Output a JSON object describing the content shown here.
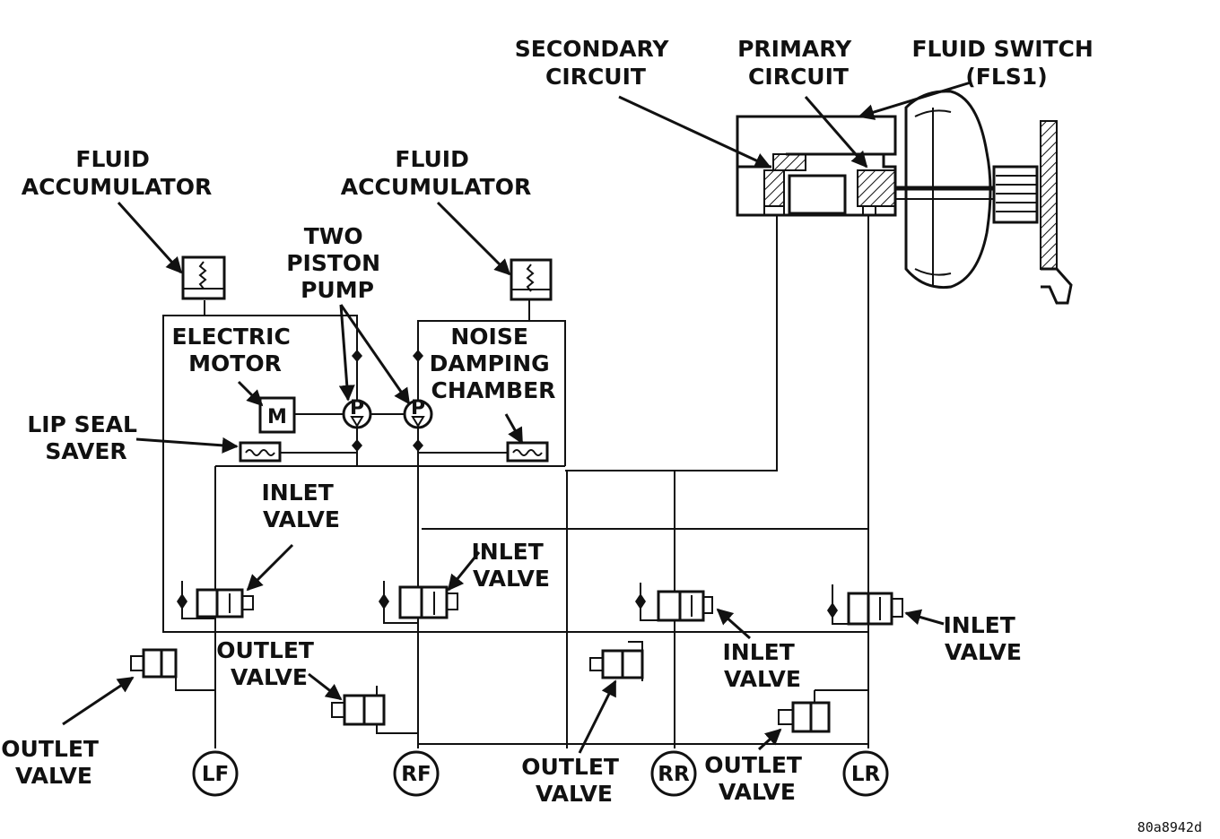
{
  "labels": {
    "secondary_circuit": [
      "SECONDARY",
      "CIRCUIT"
    ],
    "primary_circuit": [
      "PRIMARY",
      "CIRCUIT"
    ],
    "fluid_switch": [
      "FLUID SWITCH",
      "(FLS1)"
    ],
    "fluid_accumulator_left": [
      "FLUID",
      "ACCUMULATOR"
    ],
    "fluid_accumulator_right": [
      "FLUID",
      "ACCUMULATOR"
    ],
    "two_piston_pump": [
      "TWO",
      "PISTON",
      "PUMP"
    ],
    "electric_motor": [
      "ELECTRIC",
      "MOTOR"
    ],
    "noise_damping_chamber": [
      "NOISE",
      "DAMPING",
      "CHAMBER"
    ],
    "lip_seal_saver": [
      "LIP SEAL",
      "SAVER"
    ],
    "inlet_valve_lf": [
      "INLET",
      "VALVE"
    ],
    "inlet_valve_rf": [
      "INLET",
      "VALVE"
    ],
    "inlet_valve_rr": [
      "INLET",
      "VALVE"
    ],
    "inlet_valve_lr": [
      "INLET",
      "VALVE"
    ],
    "outlet_valve_lf": [
      "OUTLET",
      "VALVE"
    ],
    "outlet_valve_rf": [
      "OUTLET",
      "VALVE"
    ],
    "outlet_valve_rr": [
      "OUTLET",
      "VALVE"
    ],
    "outlet_valve_lr": [
      "OUTLET",
      "VALVE"
    ]
  },
  "symbols": {
    "motor": "M",
    "pump_left": "P",
    "pump_right": "P"
  },
  "wheels": {
    "lf": "LF",
    "rf": "RF",
    "rr": "RR",
    "lr": "LR"
  },
  "figure_id": "80a8942d"
}
